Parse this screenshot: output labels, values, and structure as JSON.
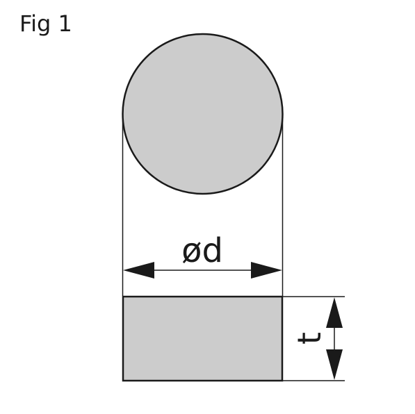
{
  "figure": {
    "label": "Fig 1"
  },
  "dimensions": {
    "diameter_label": "ød",
    "thickness_label": "t"
  },
  "colors": {
    "fill": "#cccccc",
    "stroke": "#1a1a1a"
  }
}
